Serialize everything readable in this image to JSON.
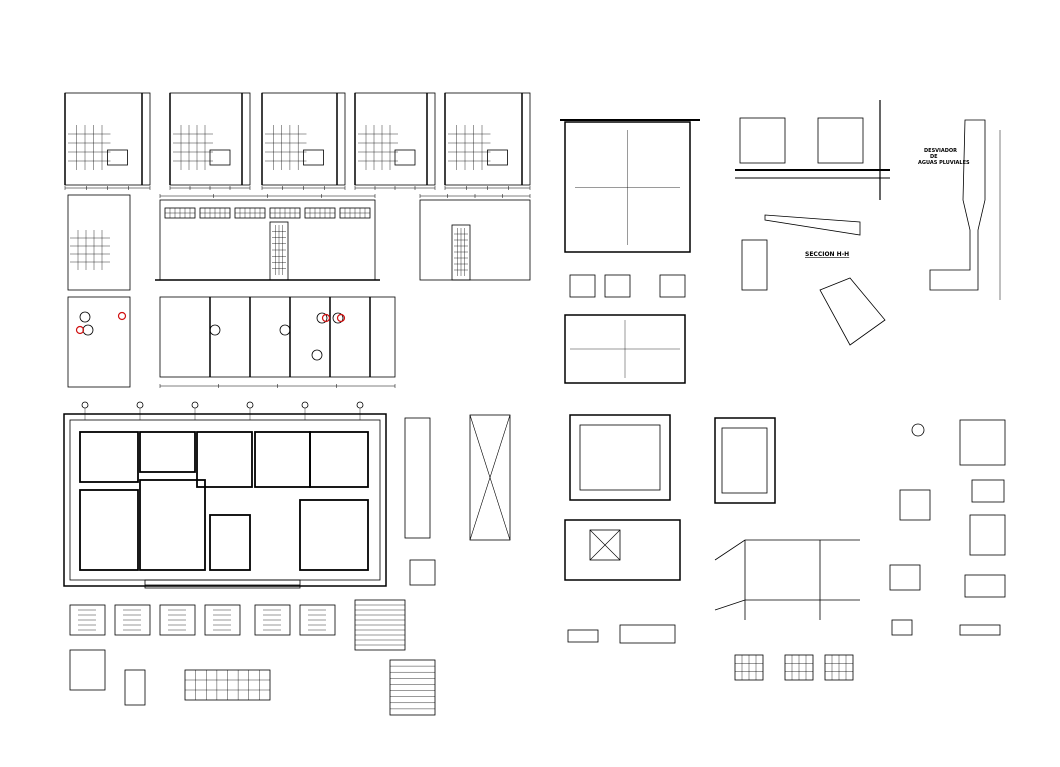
{
  "drawing": {
    "labels": {
      "section_hh": "SECCION H-H",
      "diverter_line1": "DESVIADOR",
      "diverter_line2": "DE",
      "diverter_line3": "AGUAS PLUVIALES"
    },
    "line_color": "#000000",
    "accent_color": "#d01010"
  }
}
